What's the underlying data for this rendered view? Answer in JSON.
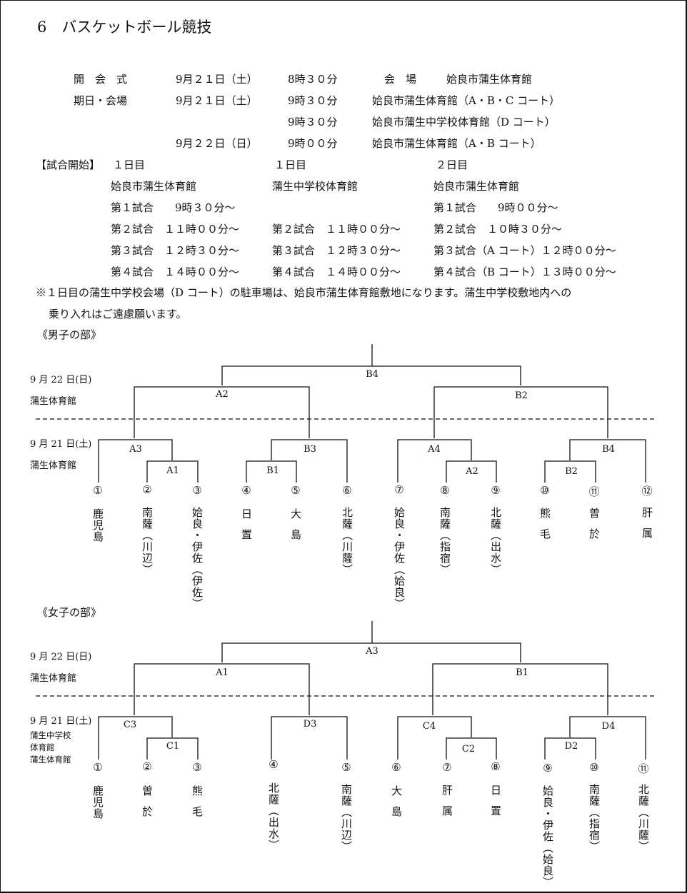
{
  "title": "6　バスケットボール競技",
  "schedule": [
    {
      "label": "開　会　式",
      "date": "9月２１日（土）",
      "time": "8時３０分",
      "venue_label": "会　場",
      "venue": "姶良市蒲生体育館"
    },
    {
      "label": "期日・会場",
      "date": "9月２１日（土）",
      "time": "9時３０分",
      "venue": "姶良市蒲生体育館（A・B・C コート）"
    },
    {
      "label": "",
      "date": "",
      "time": "9時３０分",
      "venue": "姶良市蒲生中学校体育館（D コート）"
    },
    {
      "label": "",
      "date": "9月２２日（日）",
      "time": "9時００分",
      "venue": "姶良市蒲生体育館（A・B コート）"
    }
  ],
  "start": {
    "header": "【試合開始】",
    "col1": {
      "day": "１日目",
      "venue": "姶良市蒲生体育館",
      "rows": [
        "第１試合　　9時３０分～",
        "第２試合　１１時００分～",
        "第３試合　１２時３０分～",
        "第４試合　１４時００分～"
      ]
    },
    "col2": {
      "day": "１日目",
      "venue": "蒲生中学校体育館",
      "rows": [
        "",
        "第２試合　１１時００分～",
        "第３試合　１２時３０分～",
        "第４試合　１４時００分～"
      ]
    },
    "col3": {
      "day": "２日目",
      "venue": "姶良市蒲生体育館",
      "rows": [
        "第１試合　　9時００分～",
        "第２試合　１０時３０分～",
        "第３試合（A コート）１２時００分～",
        "第４試合（B コート）１３時００分～"
      ]
    }
  },
  "notes": [
    "※１日目の蒲生中学校会場（D コート）の駐車場は、姶良市蒲生体育館敷地になります。蒲生中学校敷地内への",
    "乗り入れはご遠慮願います。"
  ],
  "men": {
    "section": "《男子の部》",
    "day2": "9 月 22 日(日)",
    "day2_venue": "蒲生体育館",
    "day1": "9 月 21 日(土)",
    "day1_venue": "蒲生体育館",
    "games": {
      "final": "B4",
      "semiL": "A2",
      "semiR": "B2",
      "q1": "A3",
      "q2": "B3",
      "q3": "A4",
      "q4": "B4",
      "r1": "A1",
      "r2": "B1",
      "r3": "A2",
      "r4": "B2"
    },
    "seeds": [
      "①",
      "②",
      "③",
      "④",
      "⑤",
      "⑥",
      "⑦",
      "⑧",
      "⑨",
      "⑩",
      "⑪",
      "⑫"
    ],
    "teams": [
      "鹿児島",
      "南薩︵川辺︶",
      "姶良・伊佐︵伊佐︶",
      "日置",
      "大島",
      "北薩︵川薩︶",
      "姶良・伊佐︵姶良︶",
      "南薩︵指宿︶",
      "北薩︵出水︶",
      "熊毛",
      "曽於",
      "肝属"
    ]
  },
  "women": {
    "section": "《女子の部》",
    "day2": "9 月 22 日(日)",
    "day2_venue": "蒲生体育館",
    "day1": "9 月 21 日(土)",
    "day1_venues": [
      "蒲生中学校",
      "体育館",
      "蒲生体育館"
    ],
    "games": {
      "final": "A3",
      "semiL": "A1",
      "semiR": "B1",
      "q1": "C3",
      "q2": "D3",
      "q3": "C4",
      "q4": "D4",
      "r1": "C1",
      "r3": "C2",
      "r4": "D2"
    },
    "seeds": [
      "①",
      "②",
      "③",
      "④",
      "⑤",
      "⑥",
      "⑦",
      "⑧",
      "⑨",
      "⑩",
      "⑪"
    ],
    "teams": [
      "鹿児島",
      "曽於",
      "熊毛",
      "北薩︵出水︶",
      "南薩︵川辺︶",
      "大島",
      "肝属",
      "日置",
      "姶良・伊佐︵姶良︶",
      "南薩︵指宿︶",
      "北薩︵川薩︶"
    ]
  }
}
